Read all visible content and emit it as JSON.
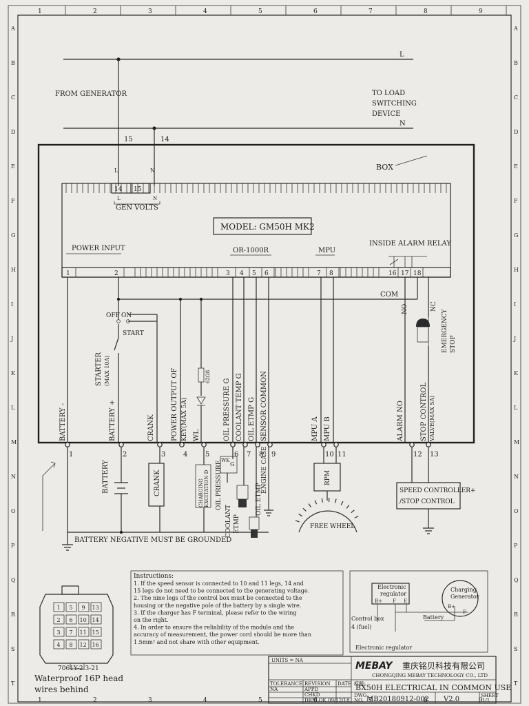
{
  "frame": {
    "columns": [
      "1",
      "2",
      "3",
      "4",
      "5",
      "6",
      "7",
      "8",
      "9"
    ],
    "rows": [
      "A",
      "B",
      "C",
      "D",
      "E",
      "F",
      "G",
      "H",
      "I",
      "J",
      "K",
      "L",
      "M",
      "N",
      "O",
      "P",
      "Q",
      "R",
      "S",
      "T"
    ]
  },
  "top": {
    "line_l": "L",
    "line_n": "N",
    "from_generator": "FROM GENERATOR",
    "to_load": [
      "TO LOAD",
      "SWITCHING",
      "DEVICE"
    ],
    "pin15": "15",
    "pin14": "14",
    "box_label": "BOX",
    "l_label": "L",
    "n_label": "N"
  },
  "module": {
    "term14": "14",
    "term15": "15",
    "l_small": "L",
    "n_small": "N",
    "gen_volts": "GEN VOLTS",
    "model": "MODEL: GM50H MK2",
    "power_input": "POWER INPUT",
    "or_label": "OR-1000R",
    "mpu": "MPU",
    "inside_relay": "INSIDE ALARM RELAY",
    "pins": [
      "1",
      "2",
      "3",
      "4",
      "5",
      "6",
      "7",
      "8",
      "16",
      "17",
      "18"
    ],
    "com": "COM",
    "no": "NO",
    "nc": "NC",
    "off": "OFF",
    "on": "ON",
    "start": "START",
    "starter": "STARTER",
    "starter_sub": "(MAX 10A)",
    "resistor": "62Ω8",
    "emergency": [
      "EMERGENCY",
      "STOP"
    ],
    "signals": {
      "battery_minus": "BATTERY -",
      "battery_plus": "BATTERY +",
      "crank": "CRANK",
      "power_output": "POWER OUTPUT OF",
      "key": "KEY(MAX 5A)",
      "wl": "WL",
      "oil_pressure_g": "OIL PRESSURE G",
      "coolant_temp_g": "COOLANT TEMP G",
      "oil_etmp_g": "OIL ETMP G",
      "sensor_common": "SENSOR COMMON",
      "mpu_a": "MPU A",
      "mpu_b": "MPU B",
      "alarm_no": "ALARM NO",
      "stop_control": "STOP CONTROL",
      "valve": "VALVE(MAX 5A)"
    }
  },
  "bottom_terms": [
    "1",
    "2",
    "3",
    "4",
    "5",
    "6",
    "7",
    "8",
    "9",
    "10",
    "11",
    "12",
    "13"
  ],
  "field": {
    "battery": "BATTERY",
    "crank": "CRANK",
    "charging": "CHARGING",
    "excitation": "EXCITATION D",
    "oil_pressure": "OIL PRESSURE",
    "coolant": "COOLANT",
    "etmp": "ETMP",
    "oil_etmp": "OIL ETMP",
    "engine_case": "ENGINE CASE",
    "rpm": "RPM",
    "free_wheel": "FREE WHEEL",
    "speed_ctrl": [
      "SPEED CONTROLLER+",
      "/STOP CONTROL"
    ],
    "ground_note": "BATTERY NEGATIVE MUST BE GROUNDED",
    "g_mark": "G",
    "wk": "WK"
  },
  "connector": {
    "pins": [
      [
        "1",
        "5",
        "9",
        "13"
      ],
      [
        "2",
        "6",
        "10",
        "14"
      ],
      [
        "3",
        "7",
        "11",
        "15"
      ],
      [
        "4",
        "8",
        "12",
        "16"
      ]
    ],
    "part": "7061Y-2.3-21",
    "caption": [
      "Waterproof 16P head",
      "wires behind"
    ]
  },
  "instructions": {
    "title": "Instructions:",
    "lines": [
      "1. If the speed sensor is connected to 10 and 11 legs, 14 and",
      "15 legs do not need to be connected to the generating voltage.",
      "2. The nine legs of the control box must be connected to the",
      "housing or the negative pole of the battery by a single wire.",
      "3. If the charger has F terminal, please refer to the wiring",
      "on the right.",
      "4. In order to ensure the reliability of the module and the",
      "accuracy of measurement, the power cord should be more than",
      "1.5mm² and not share with other equipment."
    ]
  },
  "inset": {
    "electronic_regulator": [
      "Electronic",
      "regulator"
    ],
    "charging_generator": [
      "Charging",
      "Generator"
    ],
    "control_box": [
      "Control box",
      "4 (fuel)"
    ],
    "battery": "Battery",
    "caption": "Electronic regulator",
    "b_plus": "B+",
    "b_plus2": "B+",
    "f": "F",
    "f2": "F",
    "e": "E"
  },
  "titleblock": {
    "units": "UNITS = NA",
    "tolerance": "TOLERANCE",
    "revision": "REVISION",
    "date": "DATE",
    "na": "NA",
    "appd": "APPD",
    "chkd": "CHKD",
    "drn": "DRN",
    "drn_by": "LOK",
    "drn_date": "09/12/18",
    "company_cn": "重庆铭贝科技有限公司",
    "company_en": "CHONGQING MEBAY TECHNOLOGY CO., LTD",
    "brand": "MEBAY",
    "title_cn": "标题:",
    "title": "BX50H ELECTRICAL IN COMMON USE",
    "dwg": "DWG",
    "no": "NO.",
    "drawing_no": "MB20180912-002",
    "version": "V2.0",
    "sheet": "SHEET",
    "sheet_val": "1/1"
  }
}
